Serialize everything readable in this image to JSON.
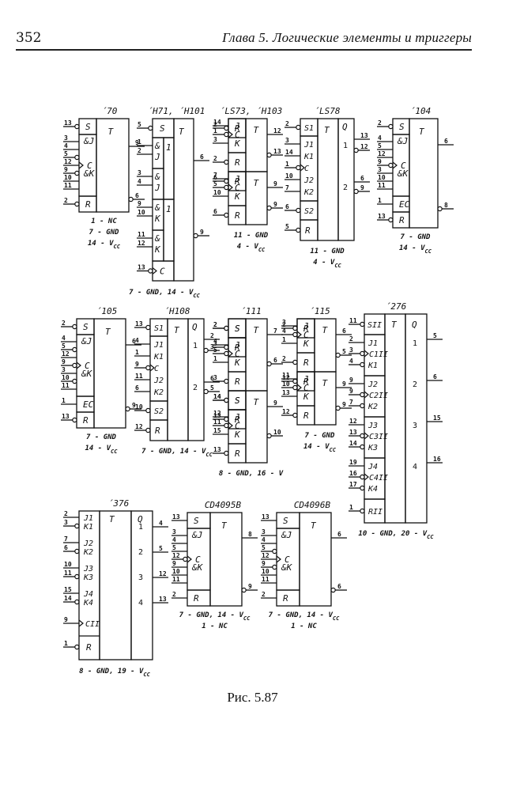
{
  "header": {
    "page_number": "352",
    "chapter_title": "Глава 5.  Логические элементы и триггеры"
  },
  "figure": {
    "caption": "Рис. 5.87",
    "chips": [
      {
        "id": "70",
        "title": "´70",
        "sections": [
          {
            "labels": [
              "S"
            ],
            "pins": [
              {
                "n": "13",
                "inv": true
              }
            ]
          },
          {
            "labels": [
              "&J",
              "C",
              "&K"
            ],
            "pins": [
              {
                "n": "3"
              },
              {
                "n": "4"
              },
              {
                "n": "5",
                "inv": true
              },
              {
                "n": "12",
                "clk": true
              },
              {
                "n": "9",
                "inv": true
              },
              {
                "n": "10"
              },
              {
                "n": "11"
              }
            ]
          },
          {
            "labels": [
              "R"
            ],
            "pins": [
              {
                "n": "2",
                "inv": true
              }
            ]
          }
        ],
        "core": "T",
        "outputs": [
          {
            "n": "9",
            "inv": false
          },
          {
            "n": "6",
            "inv": true
          }
        ],
        "notes": [
          "1 - NC",
          "7 - GND",
          "14 - Vcc"
        ]
      },
      {
        "id": "H71",
        "title": "´H71, ´H101",
        "sections": [
          {
            "labels": [
              "S"
            ],
            "pins": [
              {
                "n": "5",
                "inv": true
              }
            ]
          },
          {
            "labels": [
              "&",
              "J"
            ],
            "pins": [
              {
                "n": "1"
              },
              {
                "n": "2"
              }
            ]
          },
          {
            "labels": [
              "&",
              "J"
            ],
            "pins": [
              {
                "n": "3"
              },
              {
                "n": "4"
              }
            ]
          },
          {
            "labels": [
              "&",
              "K"
            ],
            "pins": [
              {
                "n": "9"
              },
              {
                "n": "10"
              }
            ]
          },
          {
            "labels": [
              "&",
              "K"
            ],
            "pins": [
              {
                "n": "11"
              },
              {
                "n": "12"
              }
            ]
          },
          {
            "labels": [
              "C"
            ],
            "pins": [
              {
                "n": "13",
                "inv": true,
                "clk": true
              }
            ]
          }
        ],
        "mid_labels": [
          "1",
          "1"
        ],
        "core": "T",
        "outputs": [
          {
            "n": "6",
            "inv": false
          },
          {
            "n": "9",
            "inv": true
          }
        ],
        "notes": [
          "7 - GND, 14 - Vcc"
        ]
      },
      {
        "id": "LS73",
        "title": "´LS73, ´H103",
        "halves": [
          {
            "pins": [
              {
                "n": "14",
                "l": "J"
              },
              {
                "n": "1",
                "l": "C",
                "inv": true,
                "clk": true
              },
              {
                "n": "3",
                "l": "K"
              },
              {
                "n": "2",
                "l": "R",
                "inv": true
              }
            ],
            "outputs": [
              {
                "n": "12"
              },
              {
                "n": "13",
                "inv": true
              }
            ]
          },
          {
            "pins": [
              {
                "n": "7",
                "l": "J"
              },
              {
                "n": "5",
                "l": "C",
                "inv": true,
                "clk": true
              },
              {
                "n": "10",
                "l": "K"
              },
              {
                "n": "6",
                "l": "R",
                "inv": true
              }
            ],
            "outputs": [
              {
                "n": "9"
              },
              {
                "n": "9",
                "inv": true
              }
            ]
          }
        ],
        "core": "T",
        "notes": [
          "11 - GND",
          "4 - Vcc"
        ]
      },
      {
        "id": "LS78",
        "title": "´LS78",
        "pins": [
          {
            "n": "2",
            "l": "S1",
            "inv": true
          },
          {
            "n": "3",
            "l": "J1"
          },
          {
            "n": "14",
            "l": "K1"
          },
          {
            "n": "1",
            "l": "C",
            "inv": true,
            "clk": true
          },
          {
            "n": "10",
            "l": "J2"
          },
          {
            "n": "7",
            "l": "K2"
          },
          {
            "n": "6",
            "l": "S2",
            "inv": true
          },
          {
            "n": "5",
            "l": "R",
            "inv": true
          }
        ],
        "core": "T",
        "q_header": "Q",
        "q_rows": [
          "1",
          "2"
        ],
        "outputs": [
          {
            "n": "13"
          },
          {
            "n": "12",
            "inv": true
          },
          {
            "n": "6"
          },
          {
            "n": "9",
            "inv": true
          }
        ],
        "notes": [
          "11 - GND",
          "4 - Vcc"
        ]
      },
      {
        "id": "104",
        "title": "´104",
        "sections": [
          {
            "labels": [
              "S"
            ],
            "pins": [
              {
                "n": "2",
                "inv": true
              }
            ]
          },
          {
            "labels": [
              "&J",
              "C",
              "&K"
            ],
            "pins": [
              {
                "n": "4"
              },
              {
                "n": "5"
              },
              {
                "n": "12"
              },
              {
                "n": "9",
                "inv": true,
                "clk": true
              },
              {
                "n": "3"
              },
              {
                "n": "10"
              },
              {
                "n": "11"
              }
            ]
          },
          {
            "labels": [
              "EC"
            ],
            "pins": [
              {
                "n": "1"
              }
            ]
          },
          {
            "labels": [
              "R"
            ],
            "pins": [
              {
                "n": "13",
                "inv": true
              }
            ]
          }
        ],
        "core": "T",
        "outputs": [
          {
            "n": "6"
          },
          {
            "n": "8",
            "inv": true
          }
        ],
        "notes": [
          "7 - GND",
          "14 - Vcc"
        ]
      },
      {
        "id": "105",
        "title": "´105",
        "sections": [
          {
            "labels": [
              "S"
            ],
            "pins": [
              {
                "n": "2",
                "inv": true
              }
            ]
          },
          {
            "labels": [
              "&J",
              "C",
              "&K"
            ],
            "pins": [
              {
                "n": "4"
              },
              {
                "n": "5",
                "inv": true
              },
              {
                "n": "12"
              },
              {
                "n": "9",
                "inv": true,
                "clk": true
              },
              {
                "n": "3"
              },
              {
                "n": "10",
                "inv": true
              },
              {
                "n": "11"
              }
            ]
          },
          {
            "labels": [
              "EC"
            ],
            "pins": [
              {
                "n": "1"
              }
            ]
          },
          {
            "labels": [
              "R"
            ],
            "pins": [
              {
                "n": "13",
                "inv": true
              }
            ]
          }
        ],
        "core": "T",
        "outputs": [
          {
            "n": "6"
          },
          {
            "n": "9",
            "inv": true
          }
        ],
        "notes": [
          "7 - GND",
          "14 - Vcc"
        ]
      },
      {
        "id": "H108",
        "title": "´H108",
        "pins": [
          {
            "n": "13",
            "l": "S1",
            "inv": true
          },
          {
            "n": "4",
            "l": "J1"
          },
          {
            "n": "1",
            "l": "K1"
          },
          {
            "n": "9",
            "l": "C",
            "inv": true,
            "clk": true
          },
          {
            "n": "11",
            "l": "J2"
          },
          {
            "n": "6",
            "l": "K2"
          },
          {
            "n": "10",
            "l": "S2",
            "inv": true
          },
          {
            "n": "12",
            "l": "R",
            "inv": true
          }
        ],
        "core": "T",
        "q_header": "Q",
        "q_rows": [
          "1",
          "2"
        ],
        "outputs": [
          {
            "n": "2"
          },
          {
            "n": "3",
            "inv": true
          },
          {
            "n": "6"
          },
          {
            "n": "5",
            "inv": true
          }
        ],
        "notes": [
          "7 - GND, 14 - Vcc"
        ]
      },
      {
        "id": "111",
        "title": "´111",
        "halves": [
          {
            "pins": [
              {
                "n": "2",
                "l": "S",
                "inv": true
              },
              {
                "n": "4",
                "l": "J"
              },
              {
                "n": "5",
                "l": "C",
                "inv": true,
                "clk": true
              },
              {
                "n": "1",
                "l": "K"
              },
              {
                "n": "3",
                "l": "R",
                "inv": true
              }
            ],
            "outputs": [
              {
                "n": "7"
              },
              {
                "n": "6",
                "inv": true
              }
            ]
          },
          {
            "pins": [
              {
                "n": "14",
                "l": "S",
                "inv": true
              },
              {
                "n": "12",
                "l": "J"
              },
              {
                "n": "11",
                "l": "C",
                "inv": true,
                "clk": true
              },
              {
                "n": "15",
                "l": "K"
              },
              {
                "n": "13",
                "l": "R",
                "inv": true
              }
            ],
            "outputs": [
              {
                "n": "9"
              },
              {
                "n": "10",
                "inv": true
              }
            ]
          }
        ],
        "core": "T",
        "notes": [
          "8 - GND, 16 - V"
        ]
      },
      {
        "id": "115",
        "title": "´115",
        "halves": [
          {
            "pins": [
              {
                "n": "3",
                "l": "J"
              },
              {
                "n": "4",
                "l": "C",
                "inv": true,
                "clk": true
              },
              {
                "n": "1",
                "l": "K"
              },
              {
                "n": "2",
                "l": "R",
                "inv": true
              }
            ],
            "outputs": [
              {
                "n": "6"
              },
              {
                "n": "5",
                "inv": true
              }
            ]
          },
          {
            "pins": [
              {
                "n": "11",
                "l": "J"
              },
              {
                "n": "10",
                "l": "C",
                "inv": true,
                "clk": true
              },
              {
                "n": "13",
                "l": "K"
              },
              {
                "n": "12",
                "l": "R",
                "inv": true
              }
            ],
            "outputs": [
              {
                "n": "9"
              },
              {
                "n": "9",
                "inv": true
              }
            ]
          }
        ],
        "core": "T",
        "notes": [
          "7 - GND",
          "14 - Vcc"
        ]
      },
      {
        "id": "276",
        "title": "´276",
        "set": {
          "n": "11",
          "l": "SII"
        },
        "groups": [
          {
            "j": "2",
            "jl": "J1",
            "c": "3",
            "cl": "C1II",
            "k": "4",
            "kl": "K1",
            "out": "5",
            "q": "1"
          },
          {
            "j": "9",
            "jl": "J2",
            "c": "9",
            "cl": "C2II",
            "k": "7",
            "kl": "K2",
            "out": "6",
            "q": "2"
          },
          {
            "j": "12",
            "jl": "J3",
            "c": "13",
            "cl": "C3II",
            "k": "14",
            "kl": "K3",
            "out": "15",
            "q": "3"
          },
          {
            "j": "19",
            "jl": "J4",
            "c": "16",
            "cl": "C4II",
            "k": "17",
            "kl": "K4",
            "out": "16",
            "q": "4"
          }
        ],
        "reset": {
          "n": "1",
          "l": "RII"
        },
        "core": "T",
        "q_header": "Q",
        "notes": [
          "10 - GND, 20 - Vcc"
        ]
      },
      {
        "id": "376",
        "title": "´376",
        "groups": [
          {
            "j": "2",
            "jl": "J1",
            "k": "3",
            "kl": "K1",
            "out": "4",
            "q": "1"
          },
          {
            "j": "7",
            "jl": "J2",
            "k": "6",
            "kl": "K2",
            "out": "5",
            "q": "2"
          },
          {
            "j": "10",
            "jl": "J3",
            "k": "11",
            "kl": "K3",
            "out": "12",
            "q": "3"
          },
          {
            "j": "15",
            "jl": "J4",
            "k": "14",
            "kl": "K4",
            "out": "13",
            "q": "4"
          }
        ],
        "clock": {
          "n": "9",
          "l": "CII"
        },
        "reset": {
          "n": "1",
          "l": "R"
        },
        "core": "T",
        "q_header": "Q",
        "notes": [
          "8 - GND, 19 - Vcc"
        ]
      },
      {
        "id": "CD4095B",
        "title": "CD4095B",
        "sections": [
          {
            "labels": [
              "S"
            ],
            "pins": [
              {
                "n": "13"
              }
            ]
          },
          {
            "labels": [
              "&J",
              "C",
              "&K"
            ],
            "pins": [
              {
                "n": "3"
              },
              {
                "n": "4"
              },
              {
                "n": "5"
              },
              {
                "n": "12",
                "inv": true,
                "clk": true
              },
              {
                "n": "9"
              },
              {
                "n": "10"
              },
              {
                "n": "11"
              }
            ]
          },
          {
            "labels": [
              "R"
            ],
            "pins": [
              {
                "n": "2"
              }
            ]
          }
        ],
        "core": "T",
        "outputs": [
          {
            "n": "8"
          },
          {
            "n": "9",
            "inv": true
          }
        ],
        "notes": [
          "7 - GND, 14 - Vcc",
          "1 - NC"
        ]
      },
      {
        "id": "CD4096B",
        "title": "CD4096B",
        "sections": [
          {
            "labels": [
              "S"
            ],
            "pins": [
              {
                "n": "13"
              }
            ]
          },
          {
            "labels": [
              "&J",
              "C",
              "&K"
            ],
            "pins": [
              {
                "n": "3"
              },
              {
                "n": "4"
              },
              {
                "n": "5",
                "inv": true
              },
              {
                "n": "12",
                "clk": true
              },
              {
                "n": "9",
                "inv": true
              },
              {
                "n": "10"
              },
              {
                "n": "11"
              }
            ]
          },
          {
            "labels": [
              "R"
            ],
            "pins": [
              {
                "n": "2"
              }
            ]
          }
        ],
        "core": "T",
        "outputs": [
          {
            "n": "6"
          },
          {
            "n": "6",
            "inv": true
          }
        ],
        "notes": [
          "7 - GND, 14 - Vcc",
          "1 - NC"
        ]
      }
    ]
  }
}
